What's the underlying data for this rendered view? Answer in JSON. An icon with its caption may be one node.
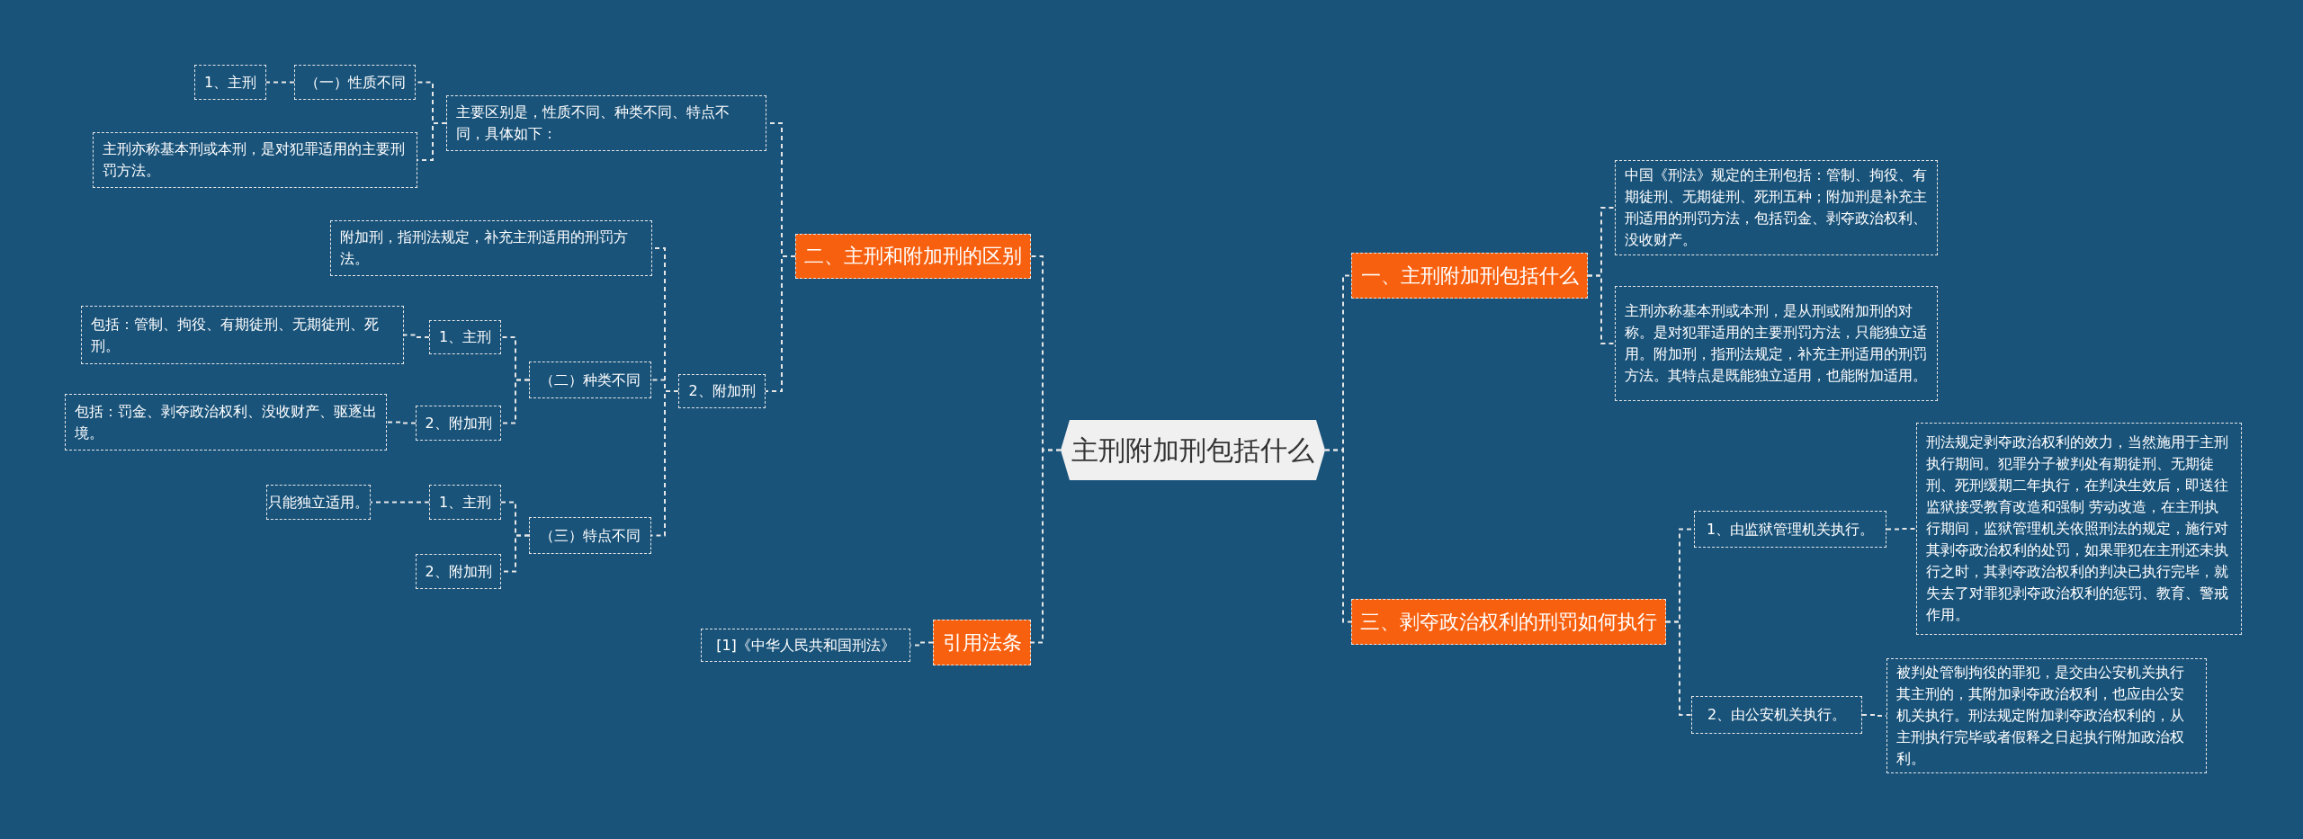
{
  "diagram": {
    "nodes": [
      {
        "text": [
          "主刑附加刑包括什么"
        ]
      },
      {
        "text": [
          "一、主刑附加刑包括什么"
        ]
      },
      {
        "text": [
          "中国《刑法》规定的主刑包括：管制、拘役、有期徒刑、无期徒刑、死刑五种；附加刑是补充主刑适用的刑罚方法，包括罚金、剥夺政治权利、没收财产。"
        ]
      },
      {
        "text": [
          "主刑亦称基本刑或本刑，是从刑或附加刑的对称。是对犯罪适用的主要刑罚方法，只能独立适用。附加刑，指刑法规定，补充主刑适用的刑罚方法。其特点是既能独立适用，也能附加适用。"
        ]
      },
      {
        "text": [
          "三、剥夺政治权利的刑罚如何执行"
        ]
      },
      {
        "text": [
          "1、由监狱管理机关执行。"
        ]
      },
      {
        "text": [
          "刑法规定剥夺政治权利的效力，当然施用于主刑执行期间。犯罪分子被判处有期徒刑、无期徒刑、死刑缓期二年执行，在判决生效后，即送往监狱接受教育改造和强制 劳动改造，在主刑执行期间，监狱管理机关依照刑法的规定，施行对其剥夺政治权利的处罚，如果罪犯在主刑还未执行之时，其剥夺政治权利的判决已执行完毕，就失去了对罪犯剥夺政治权利的惩罚、教育、警戒作用。"
        ]
      },
      {
        "text": [
          "2、由公安机关执行。"
        ]
      },
      {
        "text": [
          "被判处管制拘役的罪犯，是交由公安机关执行其主刑的，其附加剥夺政治权利，也应由公安机关执行。刑法规定附加剥夺政治权利的，从主刑执行完毕或者假释之日起执行附加政治权利。"
        ]
      },
      {
        "text": [
          "二、主刑和附加刑的区别"
        ]
      },
      {
        "text": [
          "主要区别是，性质不同、种类不同、特点不同，具体如下："
        ]
      },
      {
        "text": [
          "（一）性质不同"
        ]
      },
      {
        "text": [
          "1、主刑"
        ]
      },
      {
        "text": [
          "主刑亦称基本刑或本刑，是对犯罪适用的主要刑罚方法。"
        ]
      },
      {
        "text": [
          "2、附加刑"
        ]
      },
      {
        "text": [
          "附加刑，指刑法规定，补充主刑适用的刑罚方法。"
        ]
      },
      {
        "text": [
          "（二）种类不同"
        ]
      },
      {
        "text": [
          "1、主刑"
        ]
      },
      {
        "text": [
          "包括：管制、拘役、有期徒刑、无期徒刑、死刑。"
        ]
      },
      {
        "text": [
          "2、附加刑"
        ]
      },
      {
        "text": [
          "包括：罚金、剥夺政治权利、没收财产、驱逐出境。"
        ]
      },
      {
        "text": [
          "（三）特点不同"
        ]
      },
      {
        "text": [
          "1、主刑"
        ]
      },
      {
        "text": [
          "只能独立适用。"
        ]
      },
      {
        "text": [
          "2、附加刑"
        ]
      },
      {
        "text": [
          "引用法条"
        ]
      },
      {
        "text": [
          "[1]《中华人民共和国刑法》"
        ]
      }
    ],
    "edges": [
      {
        "from": 0,
        "to": 1,
        "arrow": "none"
      },
      {
        "from": 1,
        "to": 2,
        "arrow": "none"
      },
      {
        "from": 1,
        "to": 3,
        "arrow": "none"
      },
      {
        "from": 0,
        "to": 4,
        "arrow": "none"
      },
      {
        "from": 4,
        "to": 5,
        "arrow": "none"
      },
      {
        "from": 5,
        "to": 6,
        "arrow": "none"
      },
      {
        "from": 4,
        "to": 7,
        "arrow": "none"
      },
      {
        "from": 7,
        "to": 8,
        "arrow": "none"
      },
      {
        "from": 0,
        "to": 9,
        "arrow": "none"
      },
      {
        "from": 9,
        "to": 10,
        "arrow": "none"
      },
      {
        "from": 10,
        "to": 11,
        "arrow": "none"
      },
      {
        "from": 11,
        "to": 12,
        "arrow": "none"
      },
      {
        "from": 10,
        "to": 13,
        "arrow": "none"
      },
      {
        "from": 9,
        "to": 14,
        "arrow": "none"
      },
      {
        "from": 14,
        "to": 15,
        "arrow": "none"
      },
      {
        "from": 14,
        "to": 16,
        "arrow": "none"
      },
      {
        "from": 16,
        "to": 17,
        "arrow": "none"
      },
      {
        "from": 17,
        "to": 18,
        "arrow": "none"
      },
      {
        "from": 16,
        "to": 19,
        "arrow": "none"
      },
      {
        "from": 19,
        "to": 20,
        "arrow": "none"
      },
      {
        "from": 14,
        "to": 21,
        "arrow": "none"
      },
      {
        "from": 21,
        "to": 22,
        "arrow": "none"
      },
      {
        "from": 22,
        "to": 23,
        "arrow": "none"
      },
      {
        "from": 21,
        "to": 24,
        "arrow": "none"
      },
      {
        "from": 0,
        "to": 25,
        "arrow": "none"
      },
      {
        "from": 25,
        "to": 26,
        "arrow": "none"
      }
    ]
  }
}
